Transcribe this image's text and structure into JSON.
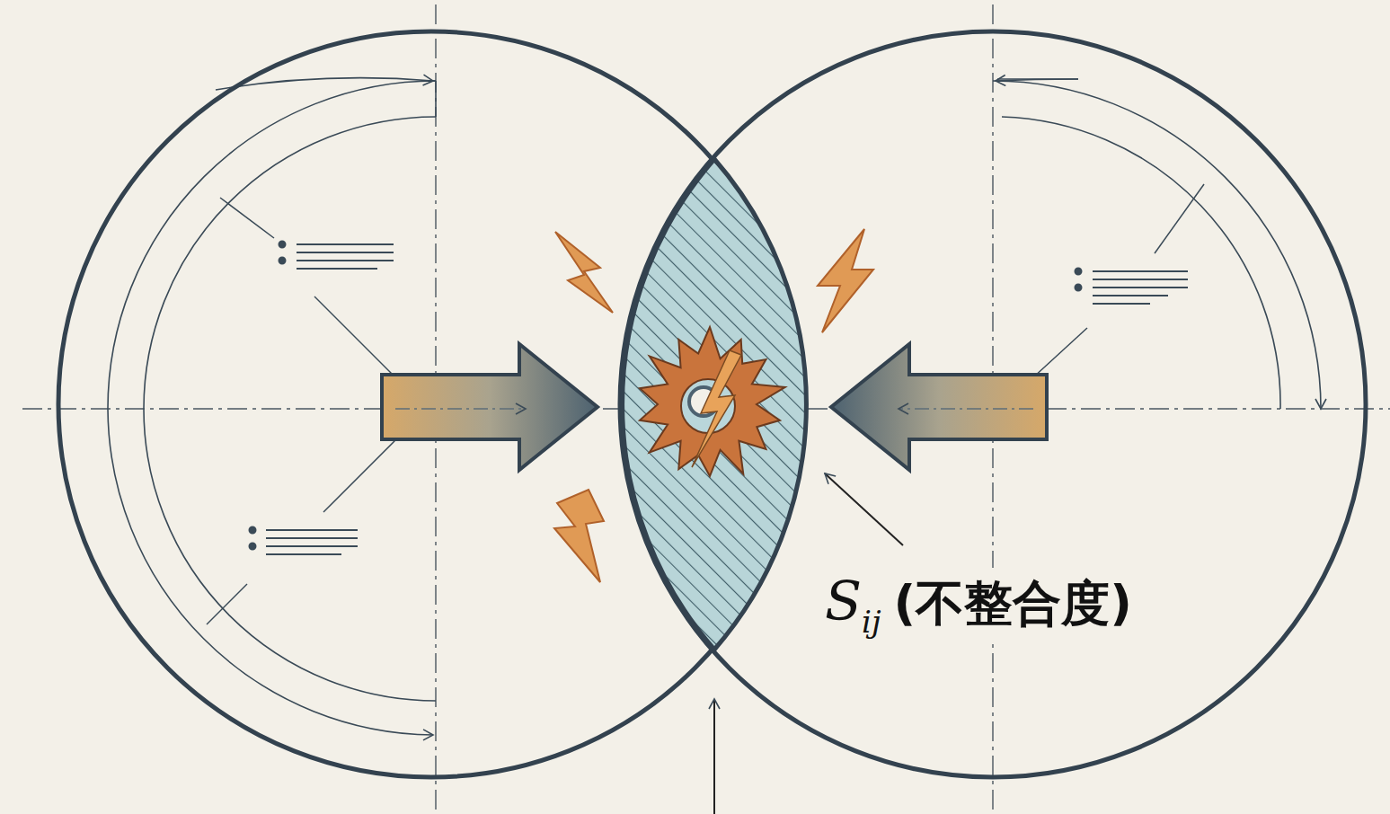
{
  "diagram": {
    "labels": [
      "S",
      "ij",
      "(不整合度)"
    ]
  }
}
